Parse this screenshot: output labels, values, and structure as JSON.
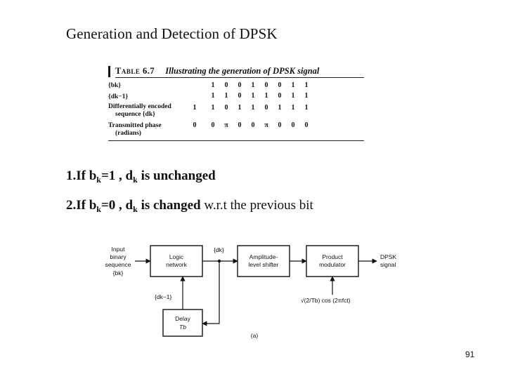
{
  "slide": {
    "title": "Generation and Detection of DPSK",
    "page_number": "91"
  },
  "table": {
    "number": "Table 6.7",
    "title": "Illustrating the generation of DPSK signal",
    "rows": [
      {
        "label": "{bk}",
        "values": [
          "",
          "1",
          "0",
          "0",
          "1",
          "0",
          "0",
          "1",
          "1"
        ]
      },
      {
        "label": "{dk−1}",
        "values": [
          "",
          "1",
          "1",
          "0",
          "1",
          "1",
          "0",
          "1",
          "1"
        ]
      },
      {
        "label": "Differentially encoded",
        "label2": "sequence {dk}",
        "values": [
          "1",
          "1",
          "0",
          "1",
          "1",
          "0",
          "1",
          "1",
          "1"
        ]
      },
      {
        "label": "Transmitted phase",
        "label2": "(radians)",
        "values": [
          "0",
          "0",
          "π",
          "0",
          "0",
          "π",
          "0",
          "0",
          "0"
        ]
      }
    ]
  },
  "rules": {
    "rule1": {
      "prefix": "1.If b",
      "sub1": "k",
      "mid": "=1 , d",
      "sub2": "k",
      "end": " is unchanged"
    },
    "rule2": {
      "prefix": "2.If b",
      "sub1": "k",
      "mid": "=0 , d",
      "sub2": "k",
      "end_bold": " is changed",
      "end_normal": " w.r.t the previous bit"
    }
  },
  "diagram": {
    "input_label": [
      "Input",
      "binary",
      "sequence",
      "{bk}"
    ],
    "blocks": {
      "logic": [
        "Logic",
        "network"
      ],
      "amplitude": [
        "Amplitude-",
        "level shifter"
      ],
      "product": [
        "Product",
        "modulator"
      ],
      "delay": [
        "Delay",
        "Tb"
      ]
    },
    "dk_label": "{dk}",
    "dk1_label": "{dk−1}",
    "carrier_label": "√(2/Tb) cos (2πfct)",
    "output_label": [
      "DPSK",
      "signal"
    ],
    "caption": "(a)"
  }
}
